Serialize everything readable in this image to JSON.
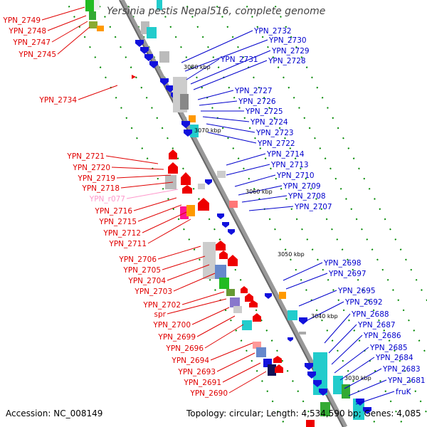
{
  "title": "Yersinia pestis Nepal516, complete genome",
  "footer": {
    "accession": "Accession: NC_008149",
    "topology": "Topology: circular; Length: 4,534,590 bp; Genes: 4,085"
  },
  "kbp_labels": [
    "3080 kbp",
    "3070 kbp",
    "3060 kbp",
    "3050 kbp",
    "3040 kbp",
    "3030 kbp"
  ],
  "left_labels": [
    "YPN_2749",
    "YPN_2748",
    "YPN_2747",
    "YPN_2745",
    "YPN_2734",
    "YPN_2721",
    "YPN_2720",
    "YPN_2719",
    "YPN_2718",
    "YPN_r077",
    "YPN_2716",
    "YPN_2715",
    "YPN_2712",
    "YPN_2711",
    "YPN_2706",
    "YPN_2705",
    "YPN_2704",
    "YPN_2703",
    "YPN_2702",
    "spr",
    "YPN_2700",
    "YPN_2699",
    "YPN_2696",
    "YPN_2694",
    "YPN_2693",
    "YPN_2691",
    "YPN_2690"
  ],
  "right_labels": [
    "YPN_2732",
    "YPN_2730",
    "YPN_2731",
    "YPN_2729",
    "YPN_2728",
    "YPN_2727",
    "YPN_2726",
    "YPN_2725",
    "YPN_2724",
    "YPN_2723",
    "YPN_2722",
    "YPN_2714",
    "YPN_2713",
    "YPN_2710",
    "YPN_2709",
    "YPN_2708",
    "YPN_2707",
    "YPN_2698",
    "YPN_2697",
    "YPN_2695",
    "YPN_2692",
    "YPN_2688",
    "YPN_2687",
    "YPN_2686",
    "YPN_2685",
    "YPN_2684",
    "YPN_2683",
    "YPN_2681",
    "fruK"
  ],
  "colors": {
    "reverse_strand_label": "#e00000",
    "forward_strand_label": "#0000cc",
    "rna_label": "#ff99cc",
    "backbone": "#888888",
    "grid_dots": "#008800"
  }
}
